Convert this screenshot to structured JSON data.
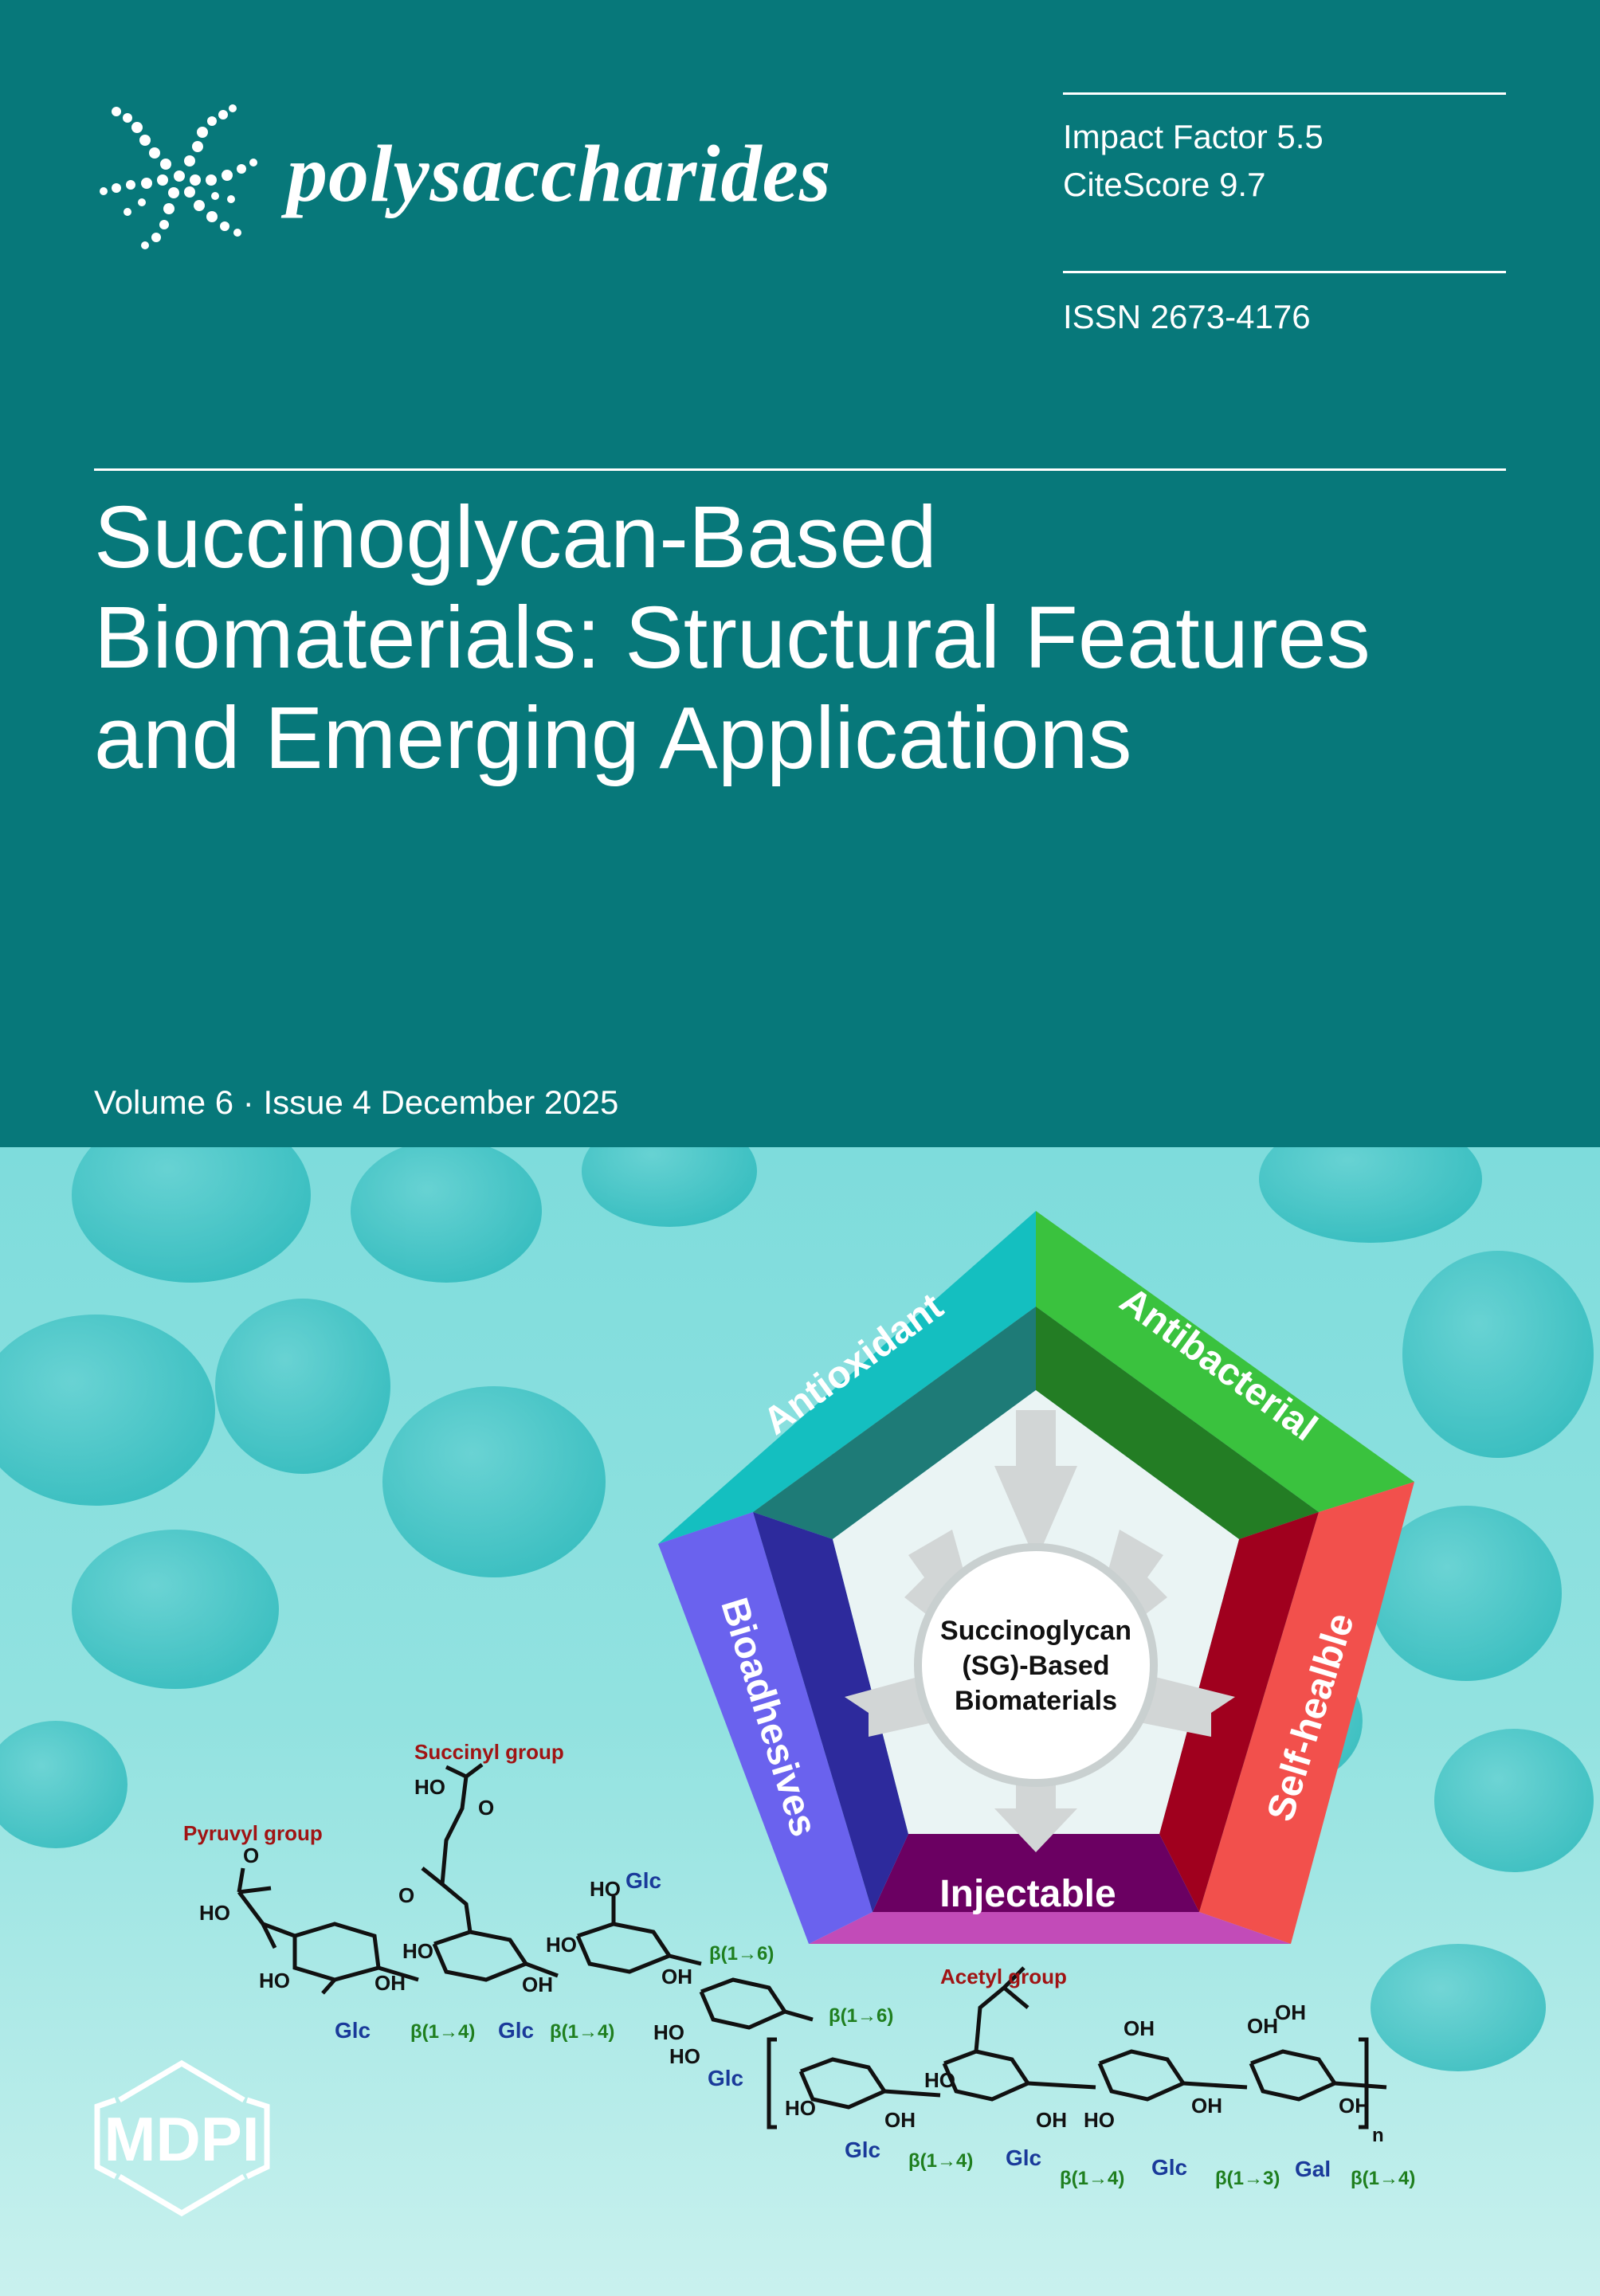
{
  "journal": {
    "name": "polysaccharides",
    "logo_icon": "dotted-starburst-icon"
  },
  "metrics": {
    "impact_factor": "Impact Factor 5.5",
    "citescore": "CiteScore 9.7",
    "issn": "ISSN 2673-4176"
  },
  "article": {
    "title_line1": "Succinoglycan-Based",
    "title_line2": "Biomaterials: Structural Features",
    "title_line3": "and Emerging Applications"
  },
  "issue": {
    "volume_line": "Volume 6 · Issue 4 December 2025"
  },
  "graphic": {
    "center_line1": "Succinoglycan",
    "center_line2": "(SG)-Based",
    "center_line3": "Biomaterials",
    "segments": [
      "Antioxidant",
      "Antibacterial",
      "Self-healble",
      "Injectable",
      "Bioadhesives"
    ],
    "segment_colors": [
      "#14bfc0",
      "#3ac23e",
      "#f2504c",
      "#c24bb8",
      "#6a62ee"
    ]
  },
  "structure": {
    "pyruvyl": "Pyruvyl group",
    "succinyl": "Succinyl group",
    "acetyl": "Acetyl group",
    "ho": "HO",
    "oh": "OH",
    "o": "O",
    "glc": "Glc",
    "gal": "Gal",
    "n": "n",
    "b14": "β(1→4)",
    "b16": "β(1→6)",
    "b13": "β(1→3)"
  },
  "publisher": {
    "name": "MDPI"
  }
}
